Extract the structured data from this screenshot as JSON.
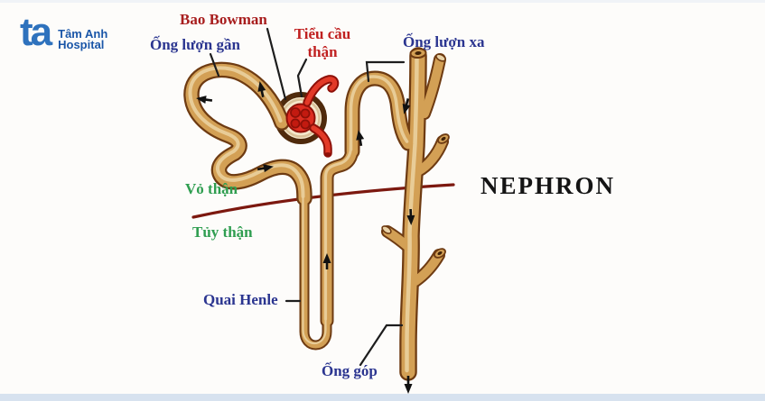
{
  "logo": {
    "mark": "ta",
    "name": "Tâm Anh",
    "subtitle": "Hospital"
  },
  "diagram": {
    "title": "NEPHRON",
    "labels": {
      "bao_bowman": "Bao Bowman",
      "tieu_cau_1": "Tiểu cầu",
      "tieu_cau_2": "thận",
      "ong_luon_gan": "Ống lượn gần",
      "ong_luon_xa": "Ống lượn xa",
      "vo_than": "Vỏ thận",
      "tuy_than": "Tủy thận",
      "quai_henle": "Quai Henle",
      "ong_gop": "Ống góp"
    }
  },
  "colors": {
    "label_blue": "#2b3590",
    "label_red": "#c02020",
    "label_dark_red": "#a81e1e",
    "label_green": "#2f9e50",
    "title_black": "#141414",
    "tubule_tan": "#d3a055",
    "tubule_outline": "#6e3b12",
    "tubule_highlight": "#eed7a8",
    "glomerulus_red": "#dd2d20",
    "vessel_dark_red": "#8e1008",
    "boundary_maroon": "#7c180f",
    "logo_blue": "#2e72bd",
    "footer_bar": "#d7e2ef"
  }
}
